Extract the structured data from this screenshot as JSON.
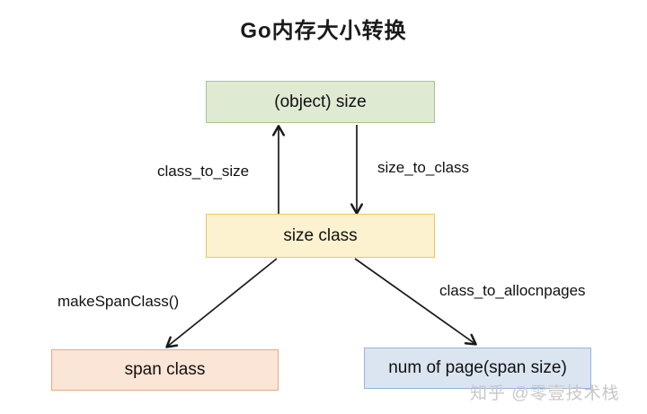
{
  "title": "Go内存大小转换",
  "nodes": {
    "object_size": {
      "label": "(object) size",
      "fill": "#dfead3",
      "border": "#a9c493"
    },
    "size_class": {
      "label": "size class",
      "fill": "#fdf2cf",
      "border": "#ecc65a"
    },
    "span_class": {
      "label": "span class",
      "fill": "#fbe5d6",
      "border": "#e3aa82"
    },
    "num_of_page": {
      "label": "num of page(span size)",
      "fill": "#dbe5f1",
      "border": "#95b3d7"
    }
  },
  "edges": {
    "class_to_size": {
      "label": "class_to_size",
      "from": "size_class",
      "to": "object_size"
    },
    "size_to_class": {
      "label": "size_to_class",
      "from": "object_size",
      "to": "size_class"
    },
    "make_span_class": {
      "label": "makeSpanClass()",
      "from": "size_class",
      "to": "span_class"
    },
    "class_to_allocnpages": {
      "label": "class_to_allocnpages",
      "from": "size_class",
      "to": "num_of_page"
    }
  },
  "colors": {
    "arrow": "#1a1a1a",
    "text": "#111111",
    "watermark": "#c8c8c8",
    "background": "#ffffff"
  },
  "watermark": "知乎 @零壹技术栈"
}
